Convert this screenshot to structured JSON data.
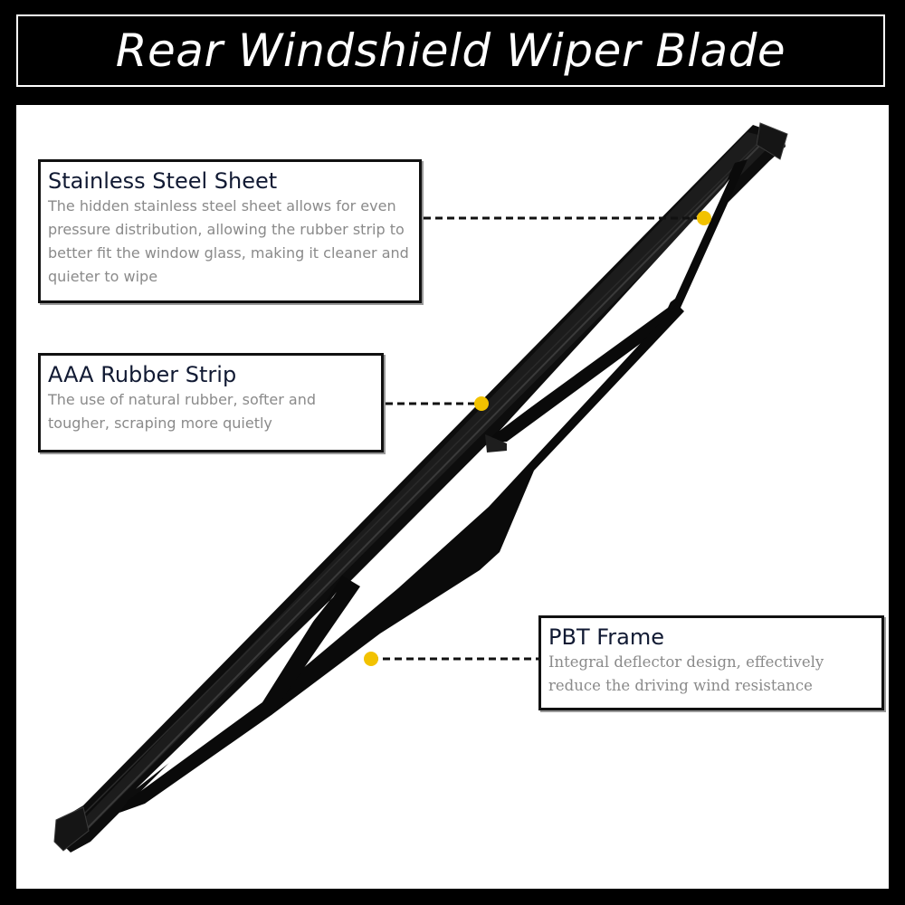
{
  "title": "Rear Windshield Wiper Blade",
  "colors": {
    "background": "#000000",
    "panel": "#ffffff",
    "callout_dot": "#f2c200",
    "blade": "#0d0d0d"
  },
  "callouts": [
    {
      "title": "Stainless Steel Sheet",
      "description": "The hidden stainless steel sheet allows for even pressure distribution, allowing the rubber strip to better fit the window glass, making it cleaner and quieter to wipe"
    },
    {
      "title": "AAA Rubber Strip",
      "description": "The use of natural rubber, softer and tougher, scraping more quietly"
    },
    {
      "title": "PBT Frame",
      "description": "Integral deflector design, effectively reduce the driving wind resistance"
    }
  ]
}
